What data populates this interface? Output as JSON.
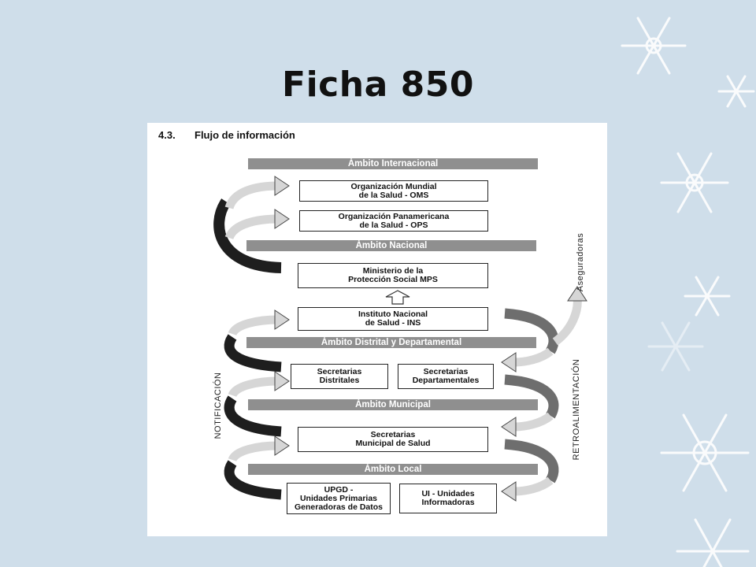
{
  "slide": {
    "title": "Ficha 850"
  },
  "diagram": {
    "section_number": "4.3.",
    "section_title": "Flujo de información",
    "bands": [
      "Ámbito Internacional",
      "Ámbito Nacional",
      "Ámbito Distrital y Departamental",
      "Ámbito Municipal",
      "Ámbito Local"
    ],
    "boxes": {
      "oms": "Organización Mundial\nde la Salud - OMS",
      "ops": "Organización Panamericana\nde la Salud - OPS",
      "mps": "Ministerio de la\nProtección Social MPS",
      "ins": "Instituto Nacional\nde Salud - INS",
      "sec_dist": "Secretarias\nDistritales",
      "sec_dep": "Secretarias\nDepartamentales",
      "sec_mun": "Secretarias\nMunicipal de Salud",
      "upgd": "UPGD -\nUnidades Primarias\nGeneradoras de Datos",
      "ui": "UI - Unidades\nInformadoras"
    },
    "labels": {
      "notificacion": "NOTIFICACIÓN",
      "retroalimentacion": "RETROALIMENTACIÓN",
      "aseguradoras": "Aseguradoras"
    },
    "colors": {
      "band": "#8f8f8f",
      "arrow_light": "#d6d6d6",
      "arrow_dark": "#1e1e1e",
      "arrow_mid": "#6e6e6e"
    }
  }
}
